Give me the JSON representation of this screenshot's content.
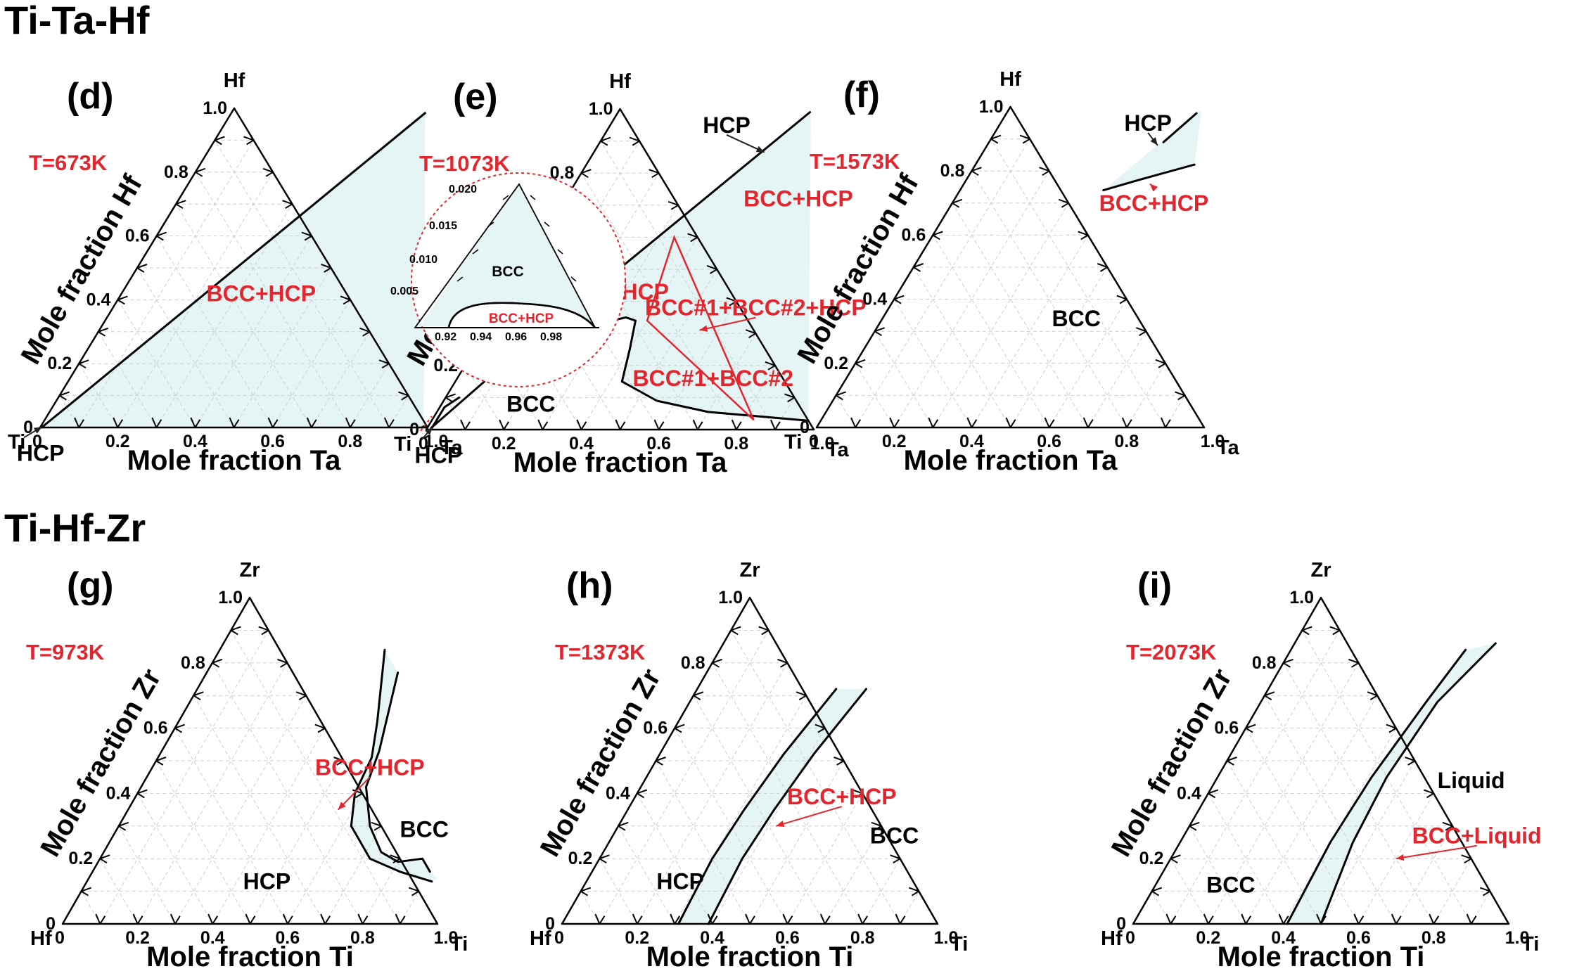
{
  "section_titles": [
    "Ti-Ta-Hf",
    "Ti-Hf-Zr"
  ],
  "tick_values": [
    "0",
    "0.2",
    "0.4",
    "0.6",
    "0.8",
    "1.0"
  ],
  "colors": {
    "two_phase_fill": "#e5f4f4",
    "red_text": "#e3262e",
    "boundary": "#000000",
    "grid": "#c9ced3"
  },
  "chart_data": [
    {
      "panel": "(d)",
      "type": "ternary",
      "temperature": "T=673K",
      "elements": {
        "left": "Ti",
        "right": "Ta",
        "top": "Hf"
      },
      "xlabel": "Mole fraction Ta",
      "ylabel": "Mole fraction Hf",
      "regions": [
        {
          "label": "BCC+HCP",
          "color": "red",
          "at": [
            0.36,
            0.42
          ]
        },
        {
          "label": "HCP",
          "color": "black",
          "pointer": [
            0.004,
            0.002
          ],
          "at": [
            -0.02,
            -0.08
          ],
          "label_anchor": "start"
        }
      ],
      "fills": [
        [
          [
            0.004,
            0.0
          ],
          [
            0.99,
            0.0
          ],
          [
            0.5,
            0.985
          ],
          [
            0.5,
            1.0
          ],
          [
            0.012,
            0.025
          ]
        ]
      ],
      "boundaries": [
        [
          [
            0.004,
            0.0
          ],
          [
            0.05,
            0.09
          ],
          [
            0.5,
            0.985
          ]
        ],
        [
          [
            0.985,
            0.0
          ],
          [
            0.99,
            0.005
          ]
        ]
      ],
      "inset": {
        "x_ticks": [
          "0.92",
          "0.94",
          "0.96",
          "0.98"
        ],
        "y_ticks": [
          "0.005",
          "0.010",
          "0.015",
          "0.020"
        ],
        "regions": [
          "BCC",
          "BCC+HCP"
        ]
      }
    },
    {
      "panel": "(e)",
      "type": "ternary",
      "temperature": "T=1073K",
      "elements": {
        "left": "Ti",
        "right": "Ta",
        "top": "Hf"
      },
      "xlabel": "Mole fraction Ta",
      "ylabel": "Mole fraction Hf",
      "regions": [
        {
          "label": "BCC+HCP",
          "color": "red",
          "at": [
            0.6,
            0.72
          ]
        },
        {
          "label": "BCC+HCP",
          "color": "red",
          "at": [
            0.27,
            0.43
          ]
        },
        {
          "label": "BCC#1+BCC#2+HCP",
          "color": "red",
          "at": [
            0.66,
            0.38
          ],
          "pointer": [
            0.55,
            0.31
          ]
        },
        {
          "label": "BCC#1+BCC#2",
          "color": "red",
          "at": [
            0.66,
            0.16
          ]
        },
        {
          "label": "BCC",
          "color": "black",
          "at": [
            0.23,
            0.08
          ]
        },
        {
          "label": "HCP",
          "color": "black",
          "pointer": [
            0.012,
            0.008
          ],
          "at": [
            0.01,
            -0.08
          ],
          "label_anchor": "start"
        },
        {
          "label": "HCP",
          "color": "black",
          "pointer": [
            0.44,
            0.865
          ],
          "at": [
            0.3,
            0.95
          ]
        }
      ],
      "fills": [
        [
          [
            0.12,
            0.25
          ],
          [
            0.28,
            0.33
          ],
          [
            0.34,
            0.35
          ],
          [
            0.37,
            0.34
          ],
          [
            0.4,
            0.25
          ],
          [
            0.43,
            0.15
          ],
          [
            0.55,
            0.09
          ],
          [
            0.7,
            0.055
          ],
          [
            0.97,
            0.028
          ],
          [
            0.985,
            0.0
          ],
          [
            0.5,
            0.985
          ],
          [
            0.495,
            0.98
          ]
        ]
      ],
      "boundaries": [
        [
          [
            0.495,
            0.99
          ],
          [
            0.12,
            0.25
          ]
        ],
        [
          [
            0.01,
            0.005
          ],
          [
            0.12,
            0.25
          ],
          [
            0.28,
            0.33
          ],
          [
            0.34,
            0.35
          ],
          [
            0.37,
            0.34
          ],
          [
            0.4,
            0.25
          ],
          [
            0.43,
            0.15
          ],
          [
            0.55,
            0.09
          ],
          [
            0.7,
            0.055
          ],
          [
            0.97,
            0.028
          ]
        ],
        [
          [
            0.012,
            0.0
          ],
          [
            0.012,
            0.07
          ],
          [
            0.035,
            0.1
          ]
        ]
      ],
      "tie_triangles": [
        [
          [
            0.34,
            0.6
          ],
          [
            0.4,
            0.34
          ],
          [
            0.83,
            0.03
          ]
        ]
      ]
    },
    {
      "panel": "(f)",
      "type": "ternary",
      "temperature": "T=1573K",
      "elements": {
        "left": "Ti",
        "right": "Ta",
        "top": "Hf"
      },
      "xlabel": "Mole fraction Ta",
      "ylabel": "Mole fraction Hf",
      "regions": [
        {
          "label": "BCC+HCP",
          "color": "red",
          "at": [
            0.52,
            0.7
          ],
          "pointer": [
            0.48,
            0.76
          ]
        },
        {
          "label": "BCC",
          "color": "black",
          "at": [
            0.5,
            0.34
          ]
        },
        {
          "label": "HCP",
          "color": "black",
          "pointer": [
            0.44,
            0.88
          ],
          "at": [
            0.38,
            0.95
          ]
        }
      ],
      "fills": [
        [
          [
            0.37,
            0.74
          ],
          [
            0.44,
            0.77
          ],
          [
            0.565,
            0.82
          ],
          [
            0.5,
            0.985
          ],
          [
            0.49,
            0.985
          ]
        ]
      ],
      "boundaries": [
        [
          [
            0.37,
            0.74
          ],
          [
            0.44,
            0.77
          ],
          [
            0.565,
            0.82
          ]
        ],
        [
          [
            0.49,
            0.98
          ],
          [
            0.45,
            0.89
          ]
        ]
      ]
    },
    {
      "panel": "(g)",
      "type": "ternary",
      "temperature": "T=973K",
      "elements": {
        "left": "Hf",
        "right": "Ti",
        "top": "Zr"
      },
      "xlabel": "Mole fraction Ti",
      "ylabel": "Mole fraction Zr",
      "regions": [
        {
          "label": "BCC+HCP",
          "color": "red",
          "at": [
            0.58,
            0.48
          ],
          "pointer": [
            0.56,
            0.35
          ]
        },
        {
          "label": "BCC",
          "color": "black",
          "at": [
            0.82,
            0.29
          ]
        },
        {
          "label": "HCP",
          "color": "black",
          "at": [
            0.48,
            0.13
          ]
        }
      ],
      "fills": [
        [
          [
            0.44,
            0.84
          ],
          [
            0.53,
            0.62
          ],
          [
            0.57,
            0.51
          ],
          [
            0.58,
            0.4
          ],
          [
            0.62,
            0.3
          ],
          [
            0.72,
            0.2
          ],
          [
            0.82,
            0.16
          ],
          [
            0.92,
            0.13
          ],
          [
            0.93,
            0.14
          ],
          [
            0.9,
            0.16
          ],
          [
            0.86,
            0.2
          ],
          [
            0.8,
            0.19
          ],
          [
            0.74,
            0.22
          ],
          [
            0.67,
            0.3
          ],
          [
            0.6,
            0.42
          ],
          [
            0.58,
            0.53
          ],
          [
            0.51,
            0.77
          ]
        ]
      ],
      "boundaries": [
        [
          [
            0.44,
            0.84
          ],
          [
            0.53,
            0.62
          ],
          [
            0.57,
            0.51
          ],
          [
            0.58,
            0.4
          ],
          [
            0.62,
            0.3
          ],
          [
            0.72,
            0.2
          ],
          [
            0.82,
            0.16
          ],
          [
            0.92,
            0.13
          ]
        ],
        [
          [
            0.51,
            0.77
          ],
          [
            0.58,
            0.53
          ],
          [
            0.6,
            0.42
          ],
          [
            0.67,
            0.3
          ],
          [
            0.74,
            0.22
          ],
          [
            0.8,
            0.19
          ],
          [
            0.86,
            0.2
          ],
          [
            0.9,
            0.16
          ]
        ]
      ]
    },
    {
      "panel": "(h)",
      "type": "ternary",
      "temperature": "T=1373K",
      "elements": {
        "left": "Hf",
        "right": "Ti",
        "top": "Zr"
      },
      "xlabel": "Mole fraction Ti",
      "ylabel": "Mole fraction Zr",
      "regions": [
        {
          "label": "BCC+HCP",
          "color": "red",
          "at": [
            0.55,
            0.39
          ],
          "pointer": [
            0.42,
            0.3
          ]
        },
        {
          "label": "BCC",
          "color": "black",
          "at": [
            0.75,
            0.27
          ]
        },
        {
          "label": "HCP",
          "color": "black",
          "at": [
            0.25,
            0.13
          ]
        }
      ],
      "fills": [
        [
          [
            0.37,
            0.72
          ],
          [
            0.33,
            0.52
          ],
          [
            0.31,
            0.35
          ],
          [
            0.3,
            0.2
          ],
          [
            0.31,
            0.0
          ],
          [
            0.39,
            0.0
          ],
          [
            0.38,
            0.2
          ],
          [
            0.39,
            0.35
          ],
          [
            0.41,
            0.52
          ],
          [
            0.45,
            0.72
          ]
        ]
      ],
      "boundaries": [
        [
          [
            0.37,
            0.72
          ],
          [
            0.33,
            0.52
          ],
          [
            0.31,
            0.35
          ],
          [
            0.3,
            0.2
          ],
          [
            0.31,
            0.0
          ]
        ],
        [
          [
            0.45,
            0.72
          ],
          [
            0.41,
            0.52
          ],
          [
            0.39,
            0.35
          ],
          [
            0.38,
            0.2
          ],
          [
            0.39,
            0.0
          ]
        ]
      ]
    },
    {
      "panel": "(i)",
      "type": "ternary",
      "temperature": "T=2073K",
      "elements": {
        "left": "Hf",
        "right": "Ti",
        "top": "Zr"
      },
      "xlabel": "Mole fraction Ti",
      "ylabel": "Mole fraction Zr",
      "regions": [
        {
          "label": "Liquid",
          "color": "black",
          "at": [
            0.68,
            0.44
          ]
        },
        {
          "label": "BCC+Liquid",
          "color": "red",
          "at": [
            0.78,
            0.27
          ],
          "pointer": [
            0.6,
            0.2
          ]
        },
        {
          "label": "BCC",
          "color": "black",
          "at": [
            0.2,
            0.12
          ]
        }
      ],
      "fills": [
        [
          [
            0.465,
            0.84
          ],
          [
            0.44,
            0.68
          ],
          [
            0.41,
            0.45
          ],
          [
            0.4,
            0.25
          ],
          [
            0.41,
            0.0
          ],
          [
            0.5,
            0.0
          ],
          [
            0.46,
            0.25
          ],
          [
            0.45,
            0.45
          ],
          [
            0.47,
            0.68
          ],
          [
            0.535,
            0.86
          ]
        ]
      ],
      "boundaries": [
        [
          [
            0.465,
            0.84
          ],
          [
            0.44,
            0.68
          ],
          [
            0.41,
            0.45
          ],
          [
            0.4,
            0.25
          ],
          [
            0.41,
            0.0
          ]
        ],
        [
          [
            0.535,
            0.86
          ],
          [
            0.47,
            0.68
          ],
          [
            0.45,
            0.45
          ],
          [
            0.46,
            0.25
          ],
          [
            0.5,
            0.0
          ]
        ]
      ]
    }
  ]
}
